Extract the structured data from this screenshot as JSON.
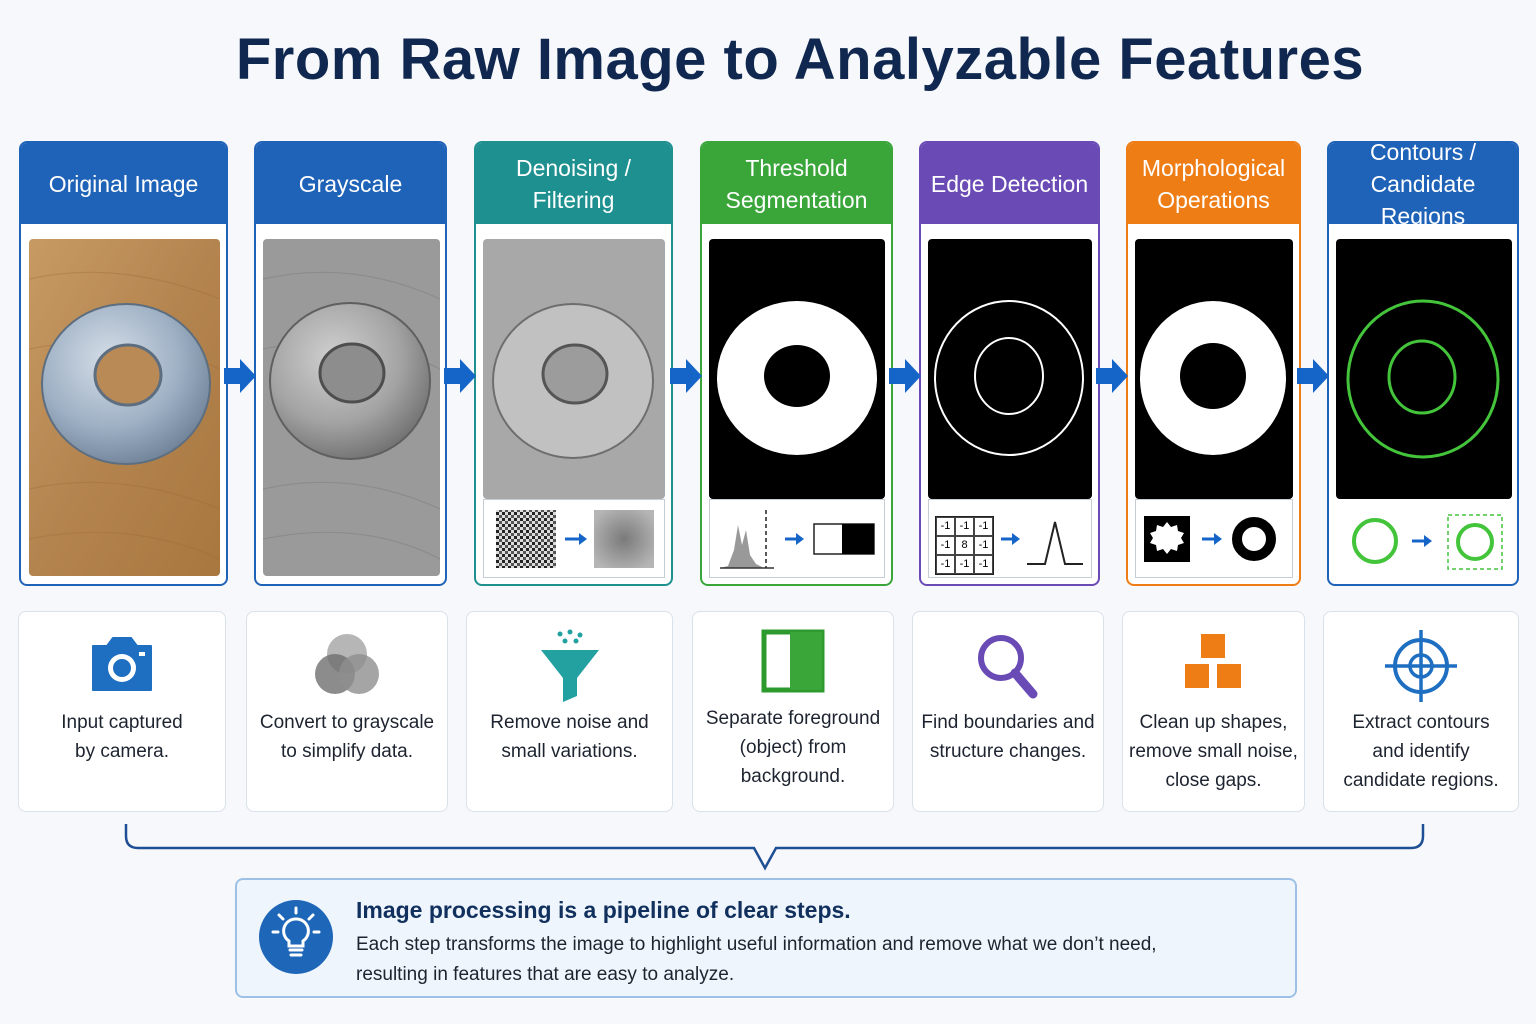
{
  "title": "From Raw Image to Analyzable Features",
  "colors": {
    "title": "#10284f",
    "arrow": "#1565c8",
    "original": "#1f63b8",
    "grayscale": "#1f63b8",
    "denoise": "#1f9090",
    "threshold": "#3aa63a",
    "edge": "#6a4bb6",
    "morph": "#ef7d16",
    "contours": "#1f63b8",
    "contour_green": "#43c43a"
  },
  "steps": [
    {
      "header_line1": "Original Image",
      "header_line2": "",
      "desc": [
        "Input captured",
        "by camera."
      ],
      "icon": "camera-icon"
    },
    {
      "header_line1": "Grayscale",
      "header_line2": "",
      "desc": [
        "Convert to grayscale",
        "to simplify data."
      ],
      "icon": "overlapping-circles-icon"
    },
    {
      "header_line1": "Denoising /",
      "header_line2": "Filtering",
      "desc": [
        "Remove noise and",
        "small variations."
      ],
      "icon": "funnel-icon"
    },
    {
      "header_line1": "Threshold",
      "header_line2": "Segmentation",
      "desc": [
        "Separate foreground",
        "(object) from",
        "background."
      ],
      "icon": "split-square-icon"
    },
    {
      "header_line1": "Edge Detection",
      "header_line2": "",
      "desc": [
        "Find boundaries and",
        "structure changes."
      ],
      "icon": "magnifier-icon"
    },
    {
      "header_line1": "Morphological",
      "header_line2": "Operations",
      "desc": [
        "Clean up shapes,",
        "remove small noise,",
        "close gaps."
      ],
      "icon": "blocks-icon"
    },
    {
      "header_line1": "Contours /",
      "header_line2": "Candidate Regions",
      "desc": [
        "Extract contours",
        "and identify",
        "candidate regions."
      ],
      "icon": "crosshair-icon"
    }
  ],
  "kernel": [
    "-1",
    "-1",
    "-1",
    "-1",
    "8",
    "-1",
    "-1",
    "-1",
    "-1"
  ],
  "note": {
    "title": "Image processing is a pipeline of clear steps.",
    "body_line1": "Each step transforms the image to highlight useful information and remove what we don’t need,",
    "body_line2": "resulting in features that are easy to analyze.",
    "icon": "lightbulb-icon"
  }
}
